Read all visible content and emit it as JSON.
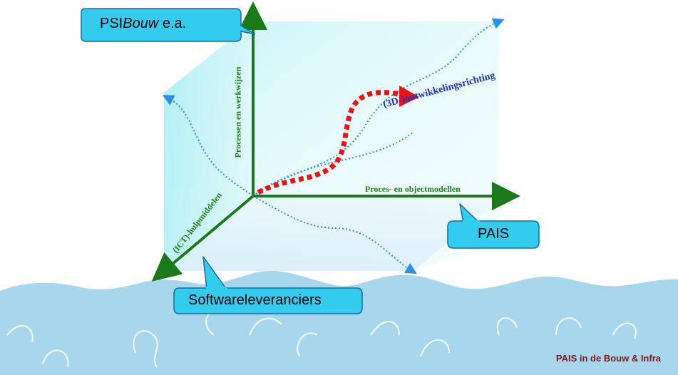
{
  "callouts": {
    "top_left": {
      "prefix": "PSI",
      "italic": "Bouw",
      "suffix": " e.a."
    },
    "right": "PAIS",
    "bottom": "Softwareleveranciers"
  },
  "axes": {
    "vertical": "Processen en werkwijzen",
    "horizontal": "Proces- en objectmodellen",
    "diagonal": "(ICT)-hulpmiddelen"
  },
  "direction_label": "(3D-)ontwikkelingsrichting",
  "footer": "PAIS in de Bouw & Infra",
  "colors": {
    "axis": "#1a7a1a",
    "arrow_red": "#ee1111",
    "dotted_blue": "#2a8fe0",
    "callout_fill": "#33ccee",
    "puzzle": "#a8d6ec",
    "cube": "#c9f0f5"
  }
}
